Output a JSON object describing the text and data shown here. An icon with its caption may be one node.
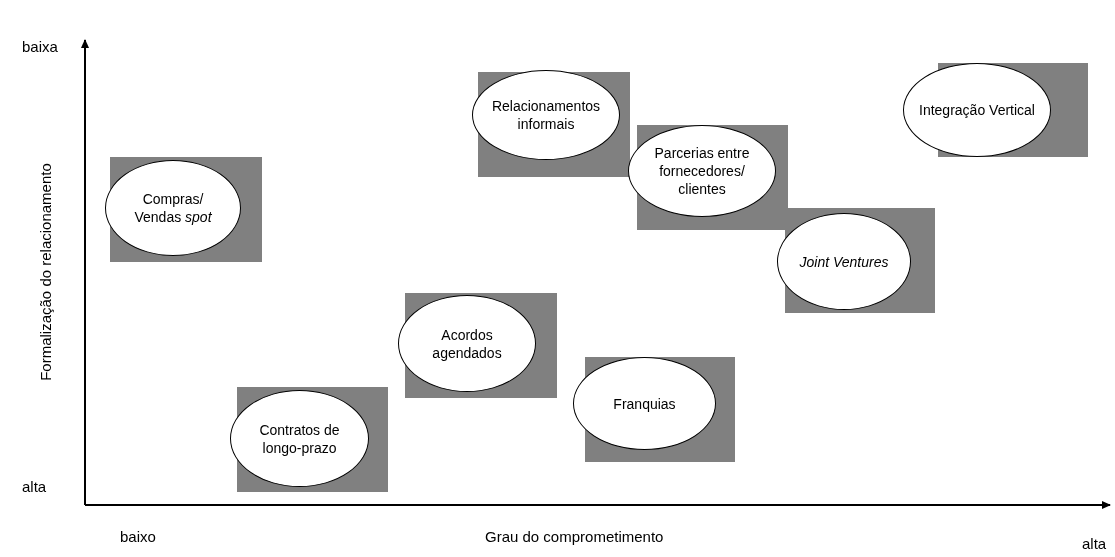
{
  "diagram": {
    "nodes": [
      {
        "text": [
          "Compras/ Vendas *spot*"
        ]
      },
      {
        "text": [
          "Relacionamentos informais"
        ]
      },
      {
        "text": [
          "Parcerias entre fornecedores/ clientes"
        ]
      },
      {
        "text": [
          "Integração Vertical"
        ]
      },
      {
        "text": [
          "Joint Ventures"
        ]
      },
      {
        "text": [
          "Acordos agendados"
        ]
      },
      {
        "text": [
          "Franquias"
        ]
      },
      {
        "text": [
          "Contratos de longo-prazo"
        ]
      }
    ],
    "labels": [
      "baixa",
      "alta",
      "Formalização do relacionamento",
      "baixo",
      "Grau do comprometimento",
      "alta"
    ]
  }
}
